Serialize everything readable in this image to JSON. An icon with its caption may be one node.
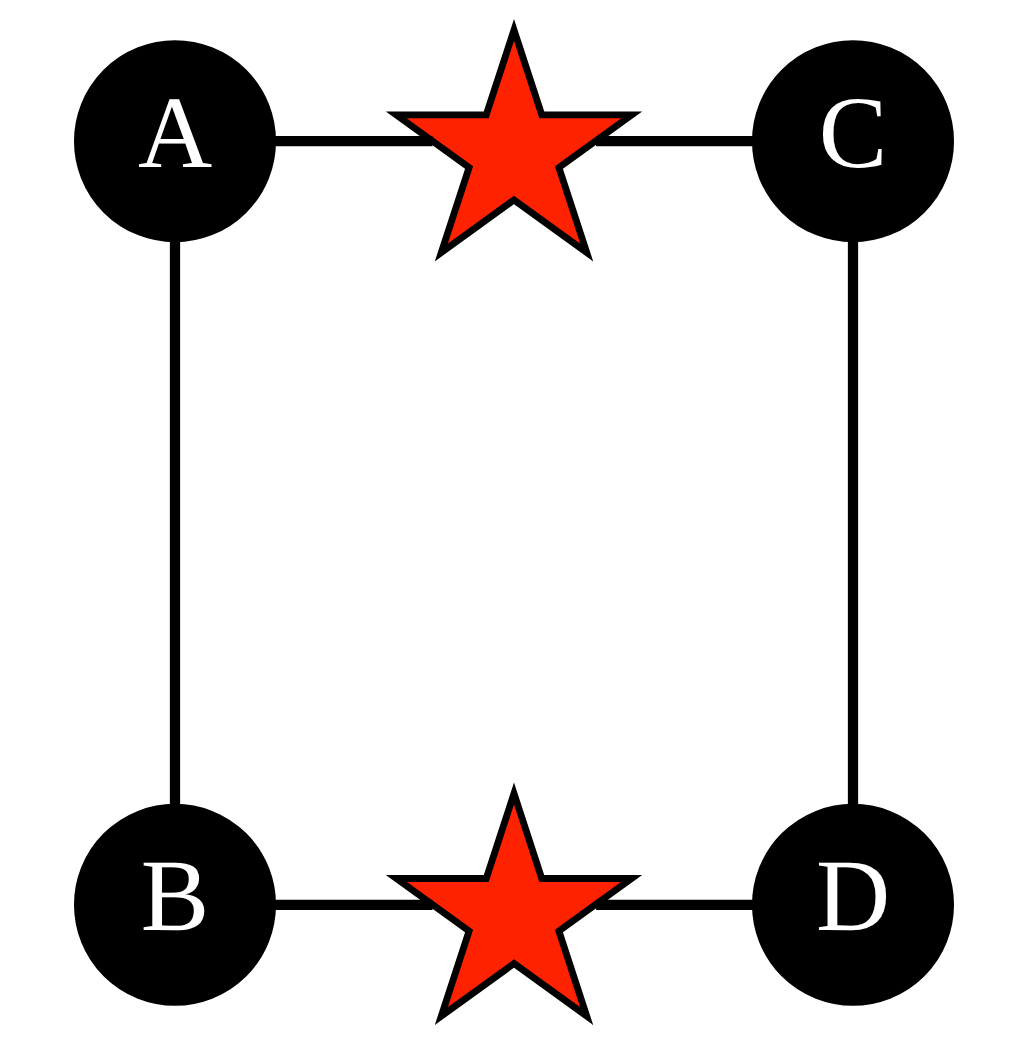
{
  "diagram": {
    "nodes": [
      {
        "text": [
          "A"
        ]
      },
      {
        "text": [],
        "shape": "cross"
      },
      {
        "text": [
          "C"
        ]
      },
      {
        "text": [
          "B"
        ]
      },
      {
        "text": [],
        "shape": "cross"
      },
      {
        "text": [
          "D"
        ]
      }
    ],
    "edges": [
      {
        "from": 0,
        "to": 1,
        "arrow": "none"
      },
      {
        "from": 1,
        "to": 2,
        "arrow": "none"
      },
      {
        "from": 0,
        "to": 3,
        "arrow": "none"
      },
      {
        "from": 2,
        "to": 5,
        "arrow": "none"
      },
      {
        "from": 3,
        "to": 4,
        "arrow": "none"
      },
      {
        "from": 4,
        "to": 5,
        "arrow": "none"
      }
    ]
  }
}
